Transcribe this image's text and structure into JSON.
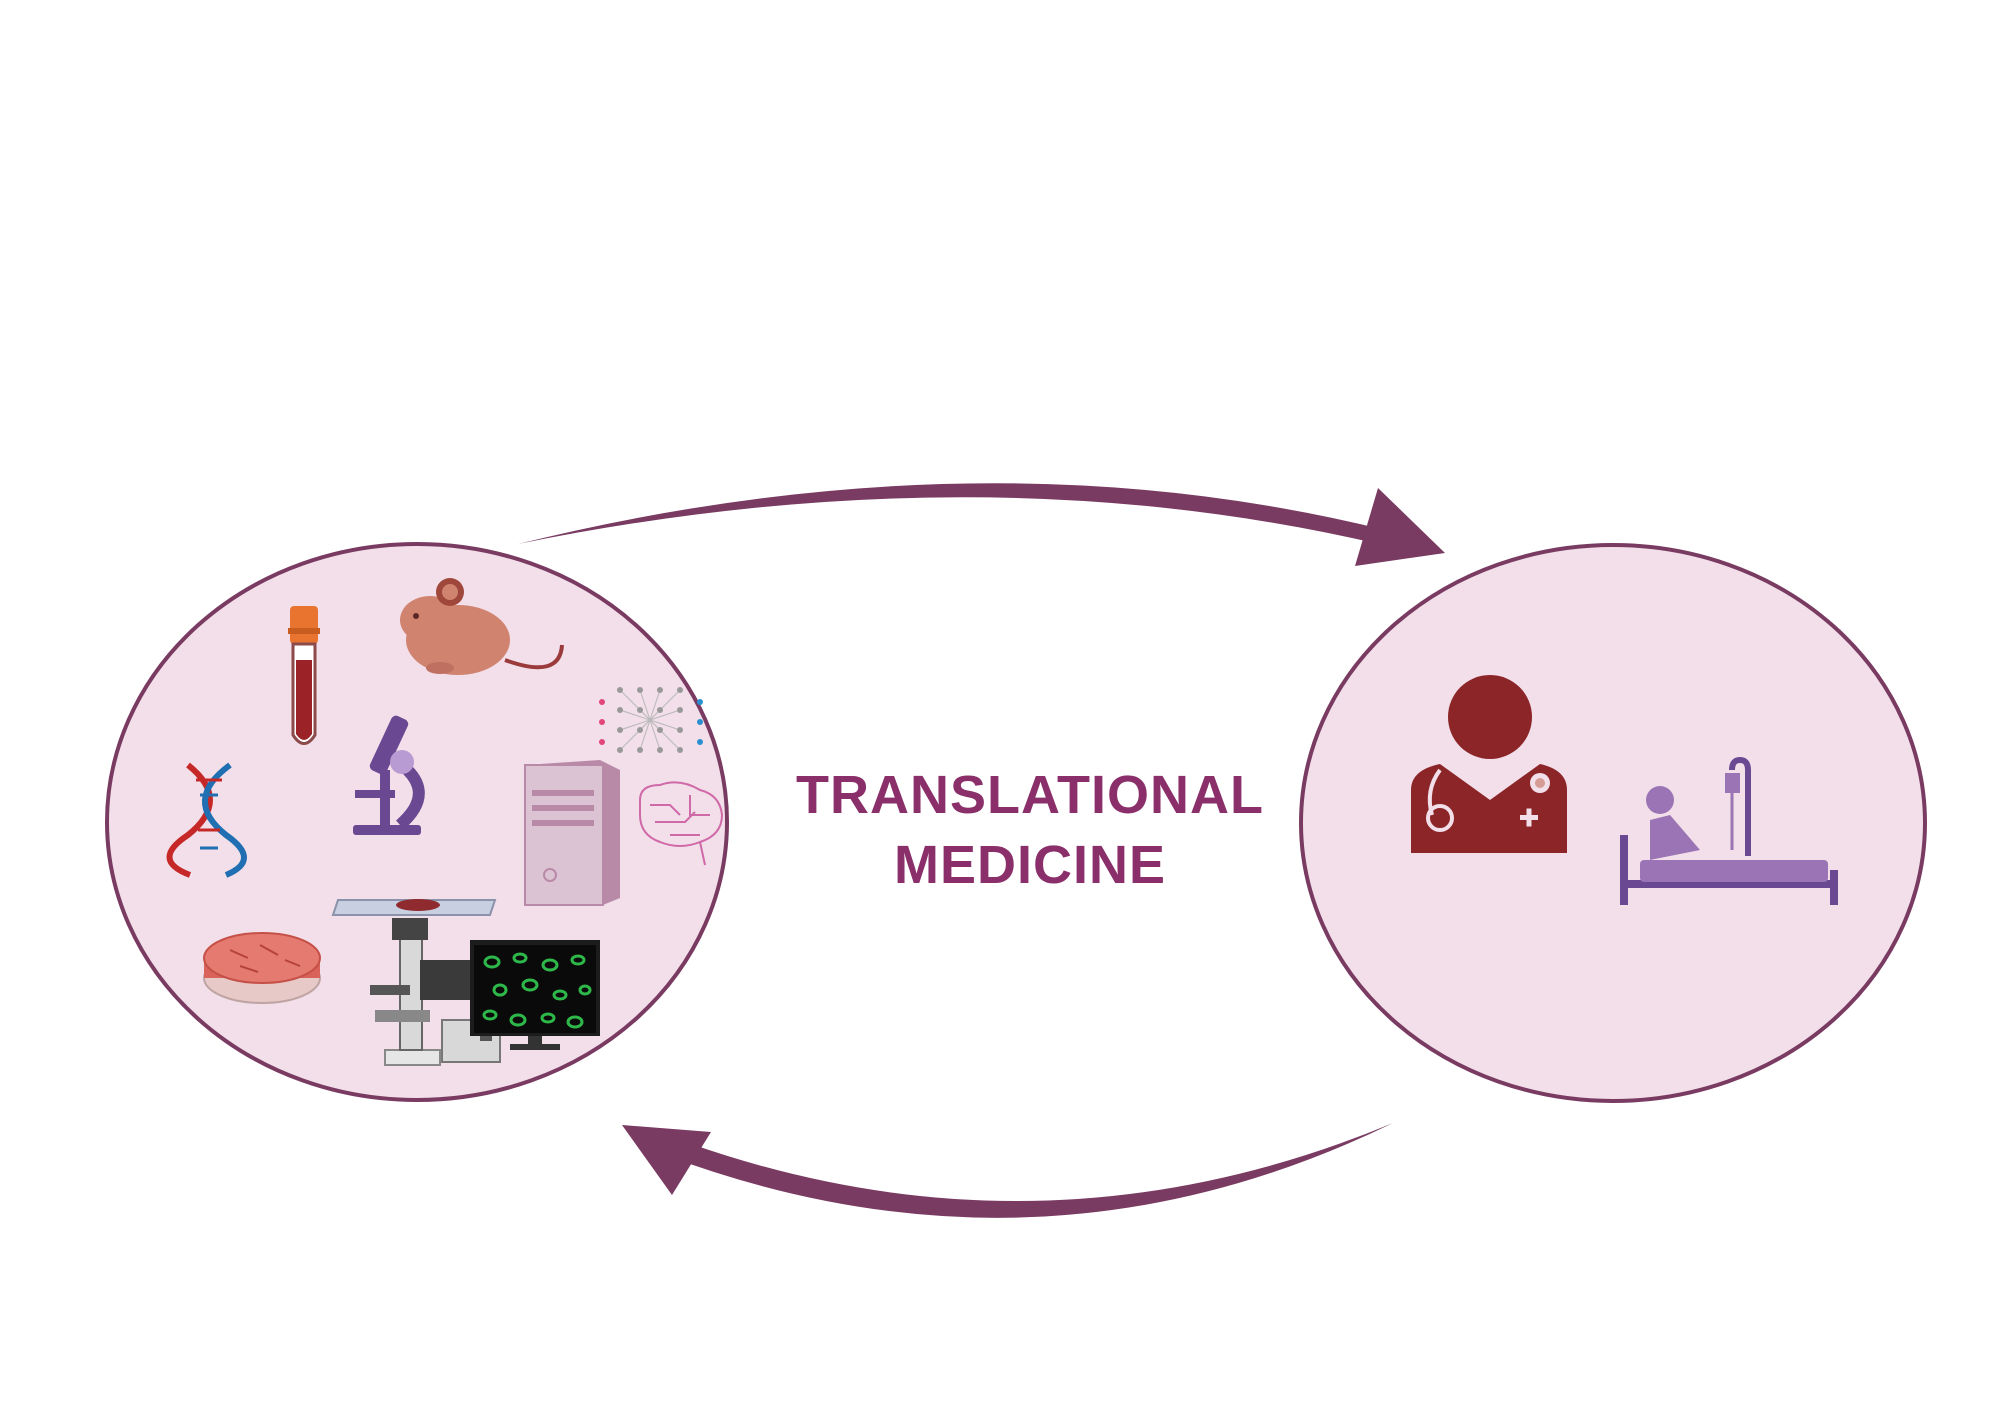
{
  "title": {
    "line1": "TRANSLATIONAL",
    "line2": "MEDICINE"
  },
  "colors": {
    "title": "#8a2f6a",
    "arrow": "#7a3b62",
    "circle_fill": "#f2dfe9",
    "circle_stroke": "#7a3b62",
    "doctor": "#8b2528",
    "patient": "#9a74b4",
    "mouse": "#d08470",
    "microscope": "#6a4892",
    "computer": "#c79ab6",
    "dna_red": "#c62828",
    "dna_blue": "#1f6fb2",
    "tube_cap": "#e8742f",
    "blood": "#9b2226",
    "petri": "#d9625a",
    "cell_green": "#2eb84a"
  },
  "lab_circle": {
    "icons": [
      "blood-tube-icon",
      "mouse-icon",
      "dna-icon",
      "microscope-icon",
      "neural-network-icon",
      "computer-tower-icon",
      "brain-circuit-icon",
      "tissue-slide-icon",
      "petri-dish-icon",
      "fluorescence-microscope-icon",
      "monitor-cells-icon"
    ]
  },
  "clinic_circle": {
    "icons": [
      "doctor-icon",
      "patient-bed-icon"
    ]
  },
  "arrows": {
    "icons": [
      "bench-to-bedside-arrow",
      "bedside-to-bench-arrow"
    ]
  }
}
